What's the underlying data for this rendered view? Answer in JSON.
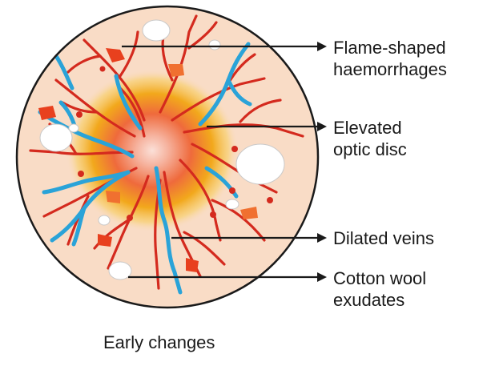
{
  "labels": {
    "flame": [
      "Flame-shaped",
      "haemorrhages"
    ],
    "disc": [
      "Elevated",
      "optic disc"
    ],
    "veins": [
      "Dilated veins"
    ],
    "cotton": [
      "Cotton wool",
      "exudates"
    ]
  },
  "caption": "Early changes",
  "colors": {
    "fundus": "#f9dcc6",
    "outline": "#1a1a1a",
    "artery": "#d42a1e",
    "vein": "#2aa3d8",
    "disc_core": "#f8c8b8",
    "disc_glow": "#f0a000",
    "exudate": "#ffffff",
    "haemorrhage": "#e8401e"
  }
}
